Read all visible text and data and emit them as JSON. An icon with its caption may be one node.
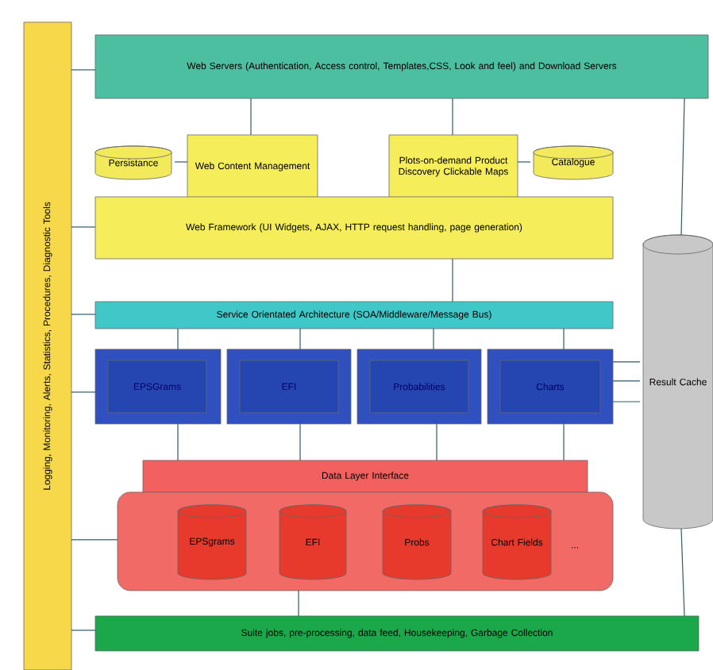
{
  "diagram": {
    "nodes": [
      {
        "text": [
          "Logging, Monitoring, Alerts, Statistics, Procedures, Diagnostic Tools"
        ]
      },
      {
        "text": [
          "Web Servers (Authentication, Access control, Templates,CSS, Look and feel) and Download Servers"
        ]
      },
      {
        "text": [
          "Persistance"
        ]
      },
      {
        "text": [
          "Web Content Management"
        ]
      },
      {
        "text": [
          "Plots-on-demand Product Discovery Clickable Maps"
        ]
      },
      {
        "text": [
          "Catalogue"
        ]
      },
      {
        "text": [
          "Web Framework (UI Widgets, AJAX, HTTP request handling, page generation)"
        ]
      },
      {
        "text": [
          "Result Cache"
        ]
      },
      {
        "text": [
          "Service Orientated Architecture (SOA/Middleware/Message Bus)"
        ]
      },
      {
        "text": [],
        "shape": "box"
      },
      {
        "text": [
          "EPSGrams"
        ],
        "in": 9
      },
      {
        "text": [],
        "shape": "box"
      },
      {
        "text": [
          "EFI"
        ],
        "in": 11
      },
      {
        "text": [],
        "shape": "box"
      },
      {
        "text": [
          "Probabilities"
        ],
        "in": 13
      },
      {
        "text": [],
        "shape": "box"
      },
      {
        "text": [
          "Charts"
        ],
        "in": 15
      },
      {
        "text": [
          "Data Layer Interface"
        ]
      },
      {
        "text": [],
        "shape": "box"
      },
      {
        "text": [
          "EPSgrams"
        ],
        "in": 18
      },
      {
        "text": [
          "EFI"
        ],
        "in": 18
      },
      {
        "text": [
          "Probs"
        ],
        "in": 18
      },
      {
        "text": [
          "Chart Fields"
        ],
        "in": 18
      },
      {
        "text": [
          "Suite jobs, pre-processing, data feed, Housekeeping, Garbage Collection"
        ]
      }
    ],
    "edges": [
      {
        "from": 1,
        "to": 0,
        "arrow": "none"
      },
      {
        "from": 1,
        "to": 3,
        "arrow": "none"
      },
      {
        "from": 1,
        "to": 4,
        "arrow": "none"
      },
      {
        "from": 1,
        "to": 7,
        "arrow": "none"
      },
      {
        "from": 2,
        "to": 3,
        "arrow": "none"
      },
      {
        "from": 5,
        "to": 4,
        "arrow": "none"
      },
      {
        "from": 6,
        "to": 0,
        "arrow": "none"
      },
      {
        "from": 6,
        "to": 8,
        "arrow": "none"
      },
      {
        "from": 8,
        "to": 0,
        "arrow": "none"
      },
      {
        "from": 8,
        "to": 9,
        "arrow": "none"
      },
      {
        "from": 8,
        "to": 11,
        "arrow": "none"
      },
      {
        "from": 8,
        "to": 13,
        "arrow": "none"
      },
      {
        "from": 8,
        "to": 15,
        "arrow": "none"
      },
      {
        "from": 9,
        "to": 0,
        "arrow": "none"
      },
      {
        "from": 15,
        "to": 7,
        "arrow": "none"
      },
      {
        "from": 15,
        "to": 7,
        "arrow": "none"
      },
      {
        "from": 15,
        "to": 7,
        "arrow": "none"
      },
      {
        "from": 9,
        "to": 17,
        "arrow": "none"
      },
      {
        "from": 11,
        "to": 17,
        "arrow": "none"
      },
      {
        "from": 13,
        "to": 17,
        "arrow": "none"
      },
      {
        "from": 15,
        "to": 17,
        "arrow": "none"
      },
      {
        "from": 18,
        "to": 0,
        "arrow": "none"
      },
      {
        "from": 18,
        "to": 23,
        "arrow": "none"
      },
      {
        "from": 23,
        "to": 0,
        "arrow": "none"
      },
      {
        "from": 7,
        "to": 23,
        "arrow": "none"
      }
    ],
    "labels": [
      "..."
    ]
  }
}
